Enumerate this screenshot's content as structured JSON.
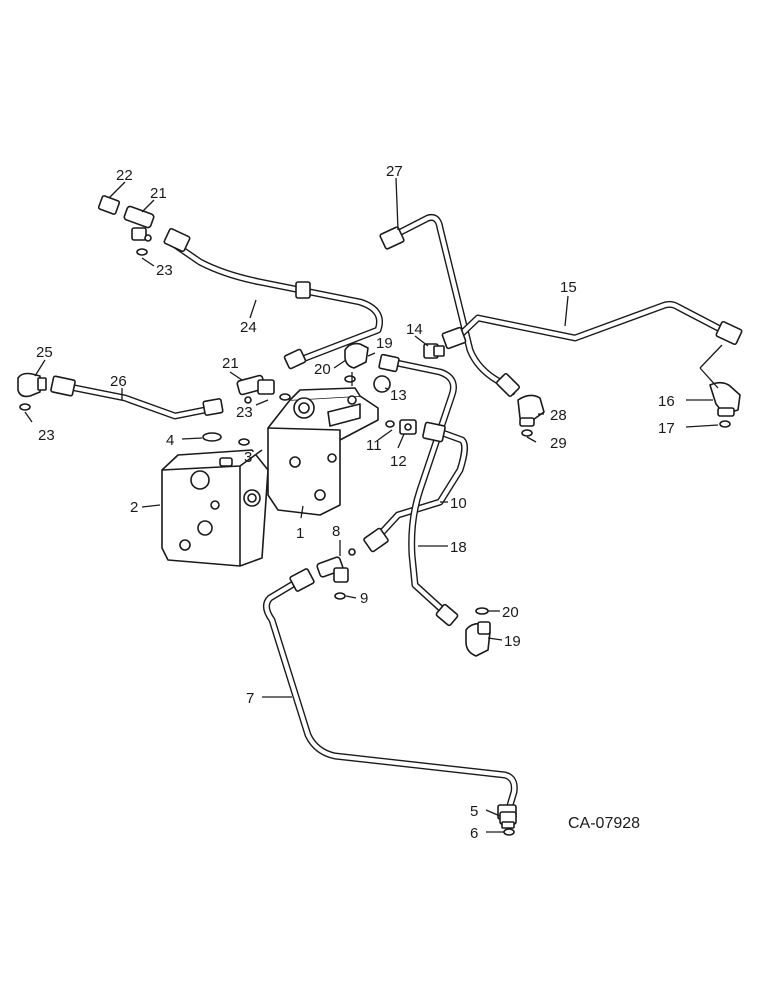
{
  "diagram": {
    "drawing_code": "CA-07928",
    "callouts": [
      {
        "id": "c1",
        "text": "1"
      },
      {
        "id": "c2",
        "text": "2"
      },
      {
        "id": "c3",
        "text": "3"
      },
      {
        "id": "c4",
        "text": "4"
      },
      {
        "id": "c5",
        "text": "5"
      },
      {
        "id": "c6",
        "text": "6"
      },
      {
        "id": "c7",
        "text": "7"
      },
      {
        "id": "c8",
        "text": "8"
      },
      {
        "id": "c9",
        "text": "9"
      },
      {
        "id": "c10",
        "text": "10"
      },
      {
        "id": "c11",
        "text": "11"
      },
      {
        "id": "c12",
        "text": "12"
      },
      {
        "id": "c13",
        "text": "13"
      },
      {
        "id": "c14",
        "text": "14"
      },
      {
        "id": "c15",
        "text": "15"
      },
      {
        "id": "c16",
        "text": "16"
      },
      {
        "id": "c17",
        "text": "17"
      },
      {
        "id": "c18",
        "text": "18"
      },
      {
        "id": "c19a",
        "text": "19"
      },
      {
        "id": "c19b",
        "text": "19"
      },
      {
        "id": "c20a",
        "text": "20"
      },
      {
        "id": "c20b",
        "text": "20"
      },
      {
        "id": "c21a",
        "text": "21"
      },
      {
        "id": "c21b",
        "text": "21"
      },
      {
        "id": "c22",
        "text": "22"
      },
      {
        "id": "c23a",
        "text": "23"
      },
      {
        "id": "c23b",
        "text": "23"
      },
      {
        "id": "c23c",
        "text": "23"
      },
      {
        "id": "c24",
        "text": "24"
      },
      {
        "id": "c25",
        "text": "25"
      },
      {
        "id": "c26",
        "text": "26"
      },
      {
        "id": "c27",
        "text": "27"
      },
      {
        "id": "c28",
        "text": "28"
      },
      {
        "id": "c29",
        "text": "29"
      }
    ]
  }
}
